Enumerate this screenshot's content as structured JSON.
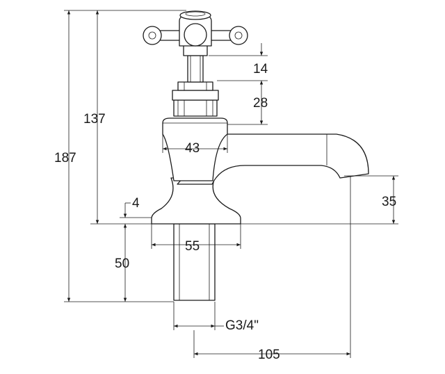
{
  "dimensions": {
    "overall_height": "187",
    "height_to_base": "137",
    "head_gap": "14",
    "nut_height": "28",
    "body_width": "43",
    "base_thickness": "4",
    "spout_height": "35",
    "base_width": "55",
    "shank_length": "50",
    "thread": "G3/4\"",
    "projection": "105"
  },
  "colors": {
    "line": "#1a1a1a",
    "background": "#ffffff"
  }
}
